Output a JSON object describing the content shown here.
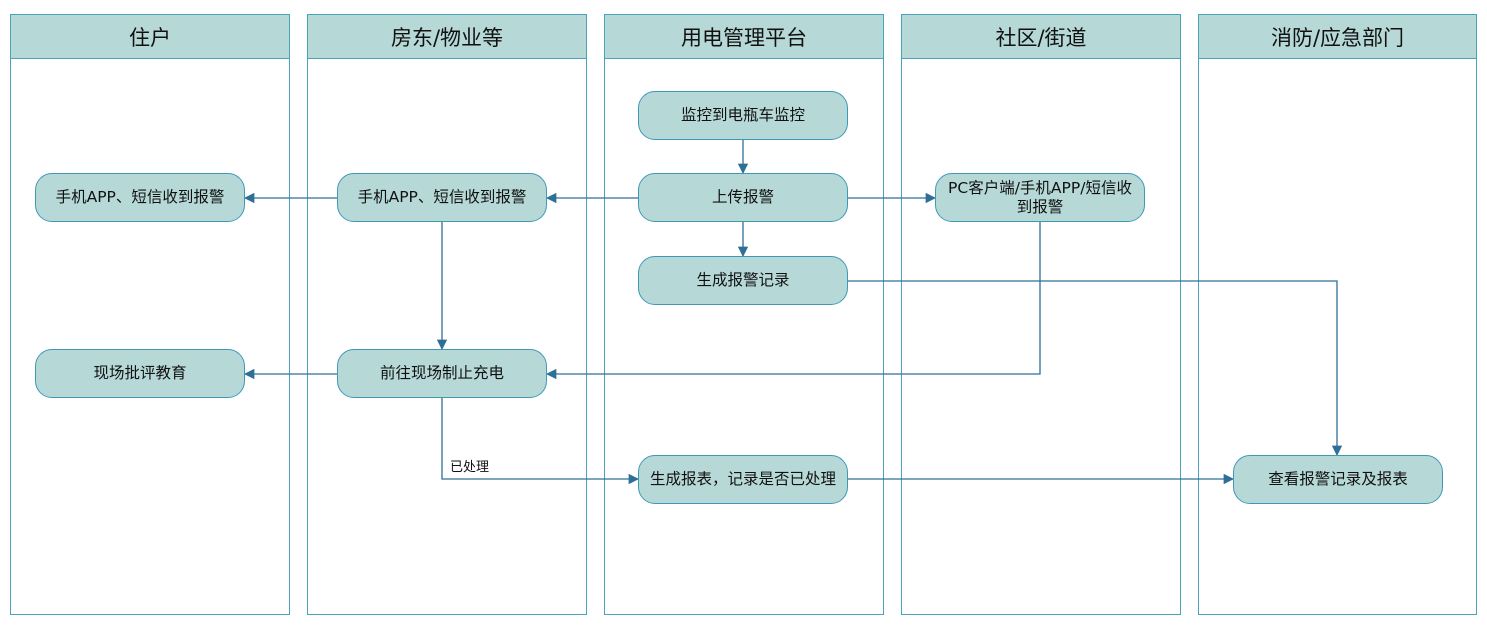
{
  "lanes": {
    "resident": "住户",
    "landlord": "房东/物业等",
    "platform": "用电管理平台",
    "community": "社区/街道",
    "fire": "消防/应急部门"
  },
  "nodes": {
    "monitor": "监控到电瓶车监控",
    "upload_alarm": "上传报警",
    "gen_record": "生成报警记录",
    "landlord_receive": "手机APP、短信收到报警",
    "resident_receive": "手机APP、短信收到报警",
    "community_receive": "PC客户端/手机APP/短信收到报警",
    "stop_charging": "前往现场制止充电",
    "education": "现场批评教育",
    "gen_report": "生成报表，记录是否已处理",
    "view_records": "查看报警记录及报表"
  },
  "edge_labels": {
    "handled": "已处理"
  },
  "colors": {
    "lane_border": "#4aa3bd",
    "header_fill": "#b6d9d8",
    "node_fill": "#b6d9d8",
    "node_border": "#3f98b8",
    "edge": "#2f6f96"
  }
}
